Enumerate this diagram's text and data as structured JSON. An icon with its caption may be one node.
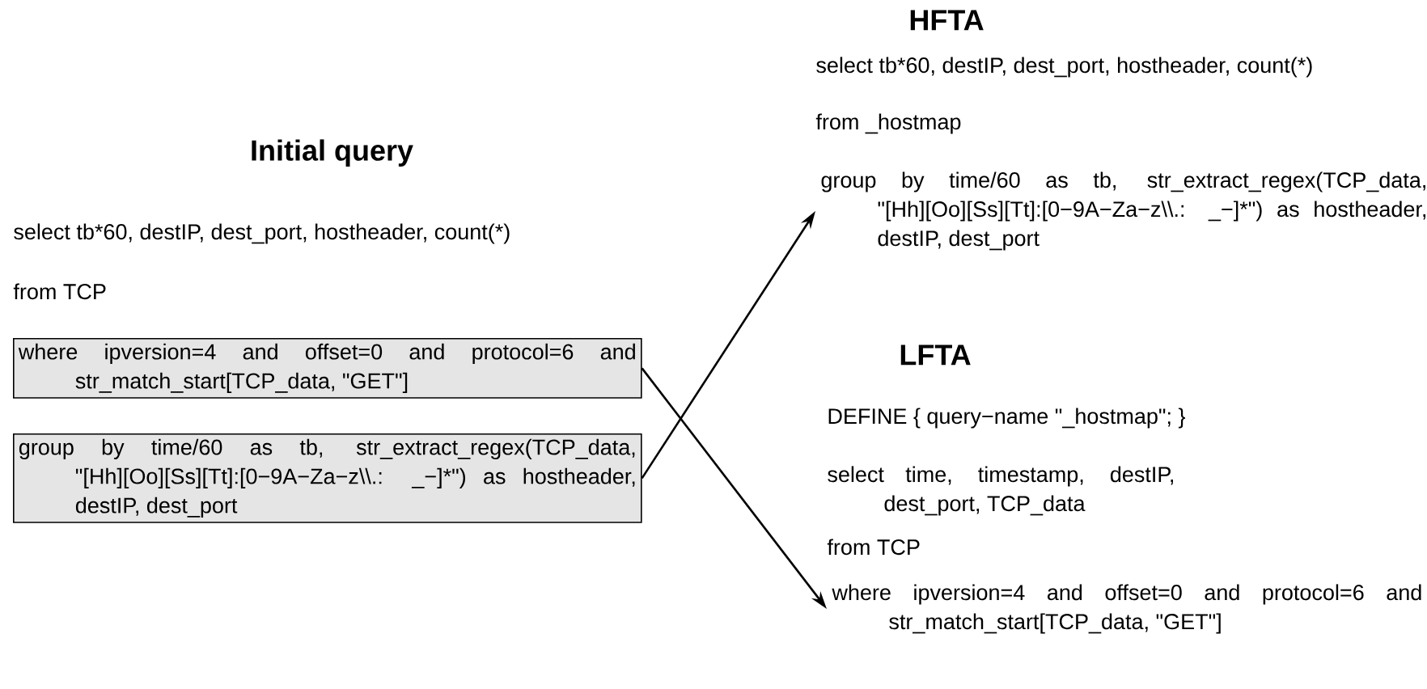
{
  "diagram": {
    "nodes": [
      {
        "text": [
          "where ipversion=4 and offset=0 and protocol=6 and str_match_start[TCP_data, \"GET\"]"
        ]
      },
      {
        "text": [
          "group by time/60 as tb, str_extract_regex(TCP_data, \"[Hh][Oo][Ss][Tt]:[0−9A−Za−z\\\\.: _−]*\") as hostheader, destIP, dest_port"
        ]
      },
      {
        "text": [
          "group by time/60 as tb, str_extract_regex(TCP_data, \"[Hh][Oo][Ss][Tt]:[0−9A−Za−z\\\\.: _−]*\") as hostheader, destIP, dest_port"
        ]
      },
      {
        "text": [
          "where ipversion=4 and offset=0 and protocol=6 and str_match_start[TCP_data, \"GET\"]"
        ]
      }
    ],
    "edges": [
      {
        "from": 0,
        "to": 3,
        "arrow": "to"
      },
      {
        "from": 1,
        "to": 2,
        "arrow": "to"
      }
    ],
    "labels": [
      "HFTA",
      "select tb*60, destIP, dest_port, hostheader, count(*)",
      "from _hostmap",
      "Initial query",
      "select tb*60, destIP, dest_port, hostheader, count(*)",
      "from TCP",
      "LFTA",
      "DEFINE { query−name \"_hostmap\"; }",
      "select time, timestamp, destIP, dest_port, TCP_data",
      "from TCP"
    ]
  }
}
